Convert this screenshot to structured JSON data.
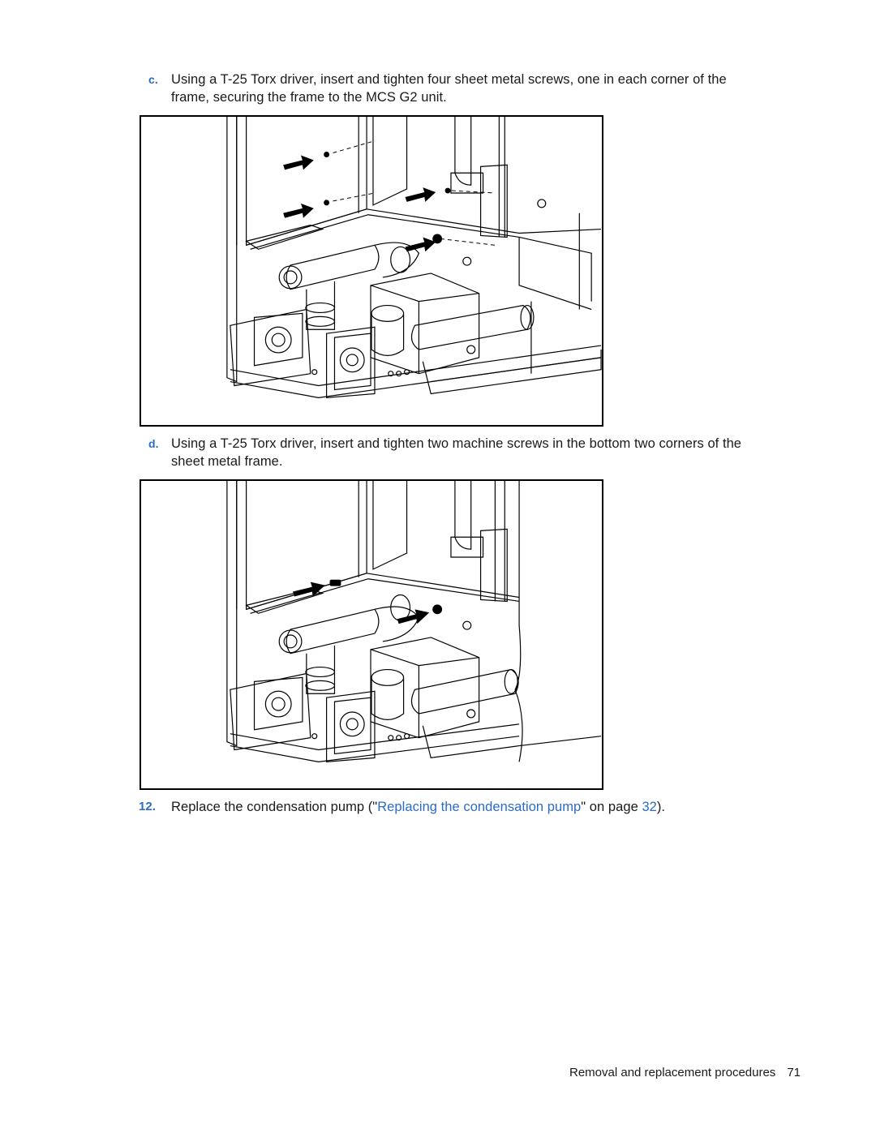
{
  "steps": {
    "c": {
      "marker": "c.",
      "line1": "Using a T-25 Torx driver, insert and tighten four sheet metal screws, one in each corner of the",
      "line2": "frame, securing the frame to the MCS G2 unit."
    },
    "d": {
      "marker": "d.",
      "line1": "Using a T-25 Torx driver, insert and tighten two machine screws in the bottom two corners of the",
      "line2": "sheet metal frame."
    },
    "s12": {
      "marker": "12.",
      "pre": "Replace the condensation pump (\"",
      "link": "Replacing the condensation pump",
      "mid": "\" on page ",
      "page_link": "32",
      "post": ")."
    }
  },
  "figures": {
    "fig1": {
      "arrows": 4,
      "subject": "sheet metal screws"
    },
    "fig2": {
      "arrows": 2,
      "subject": "machine screws"
    }
  },
  "footer": {
    "section": "Removal and replacement procedures",
    "page_number": "71"
  },
  "colors": {
    "accent": "#2a6cc6",
    "text": "#1a1a1a"
  }
}
